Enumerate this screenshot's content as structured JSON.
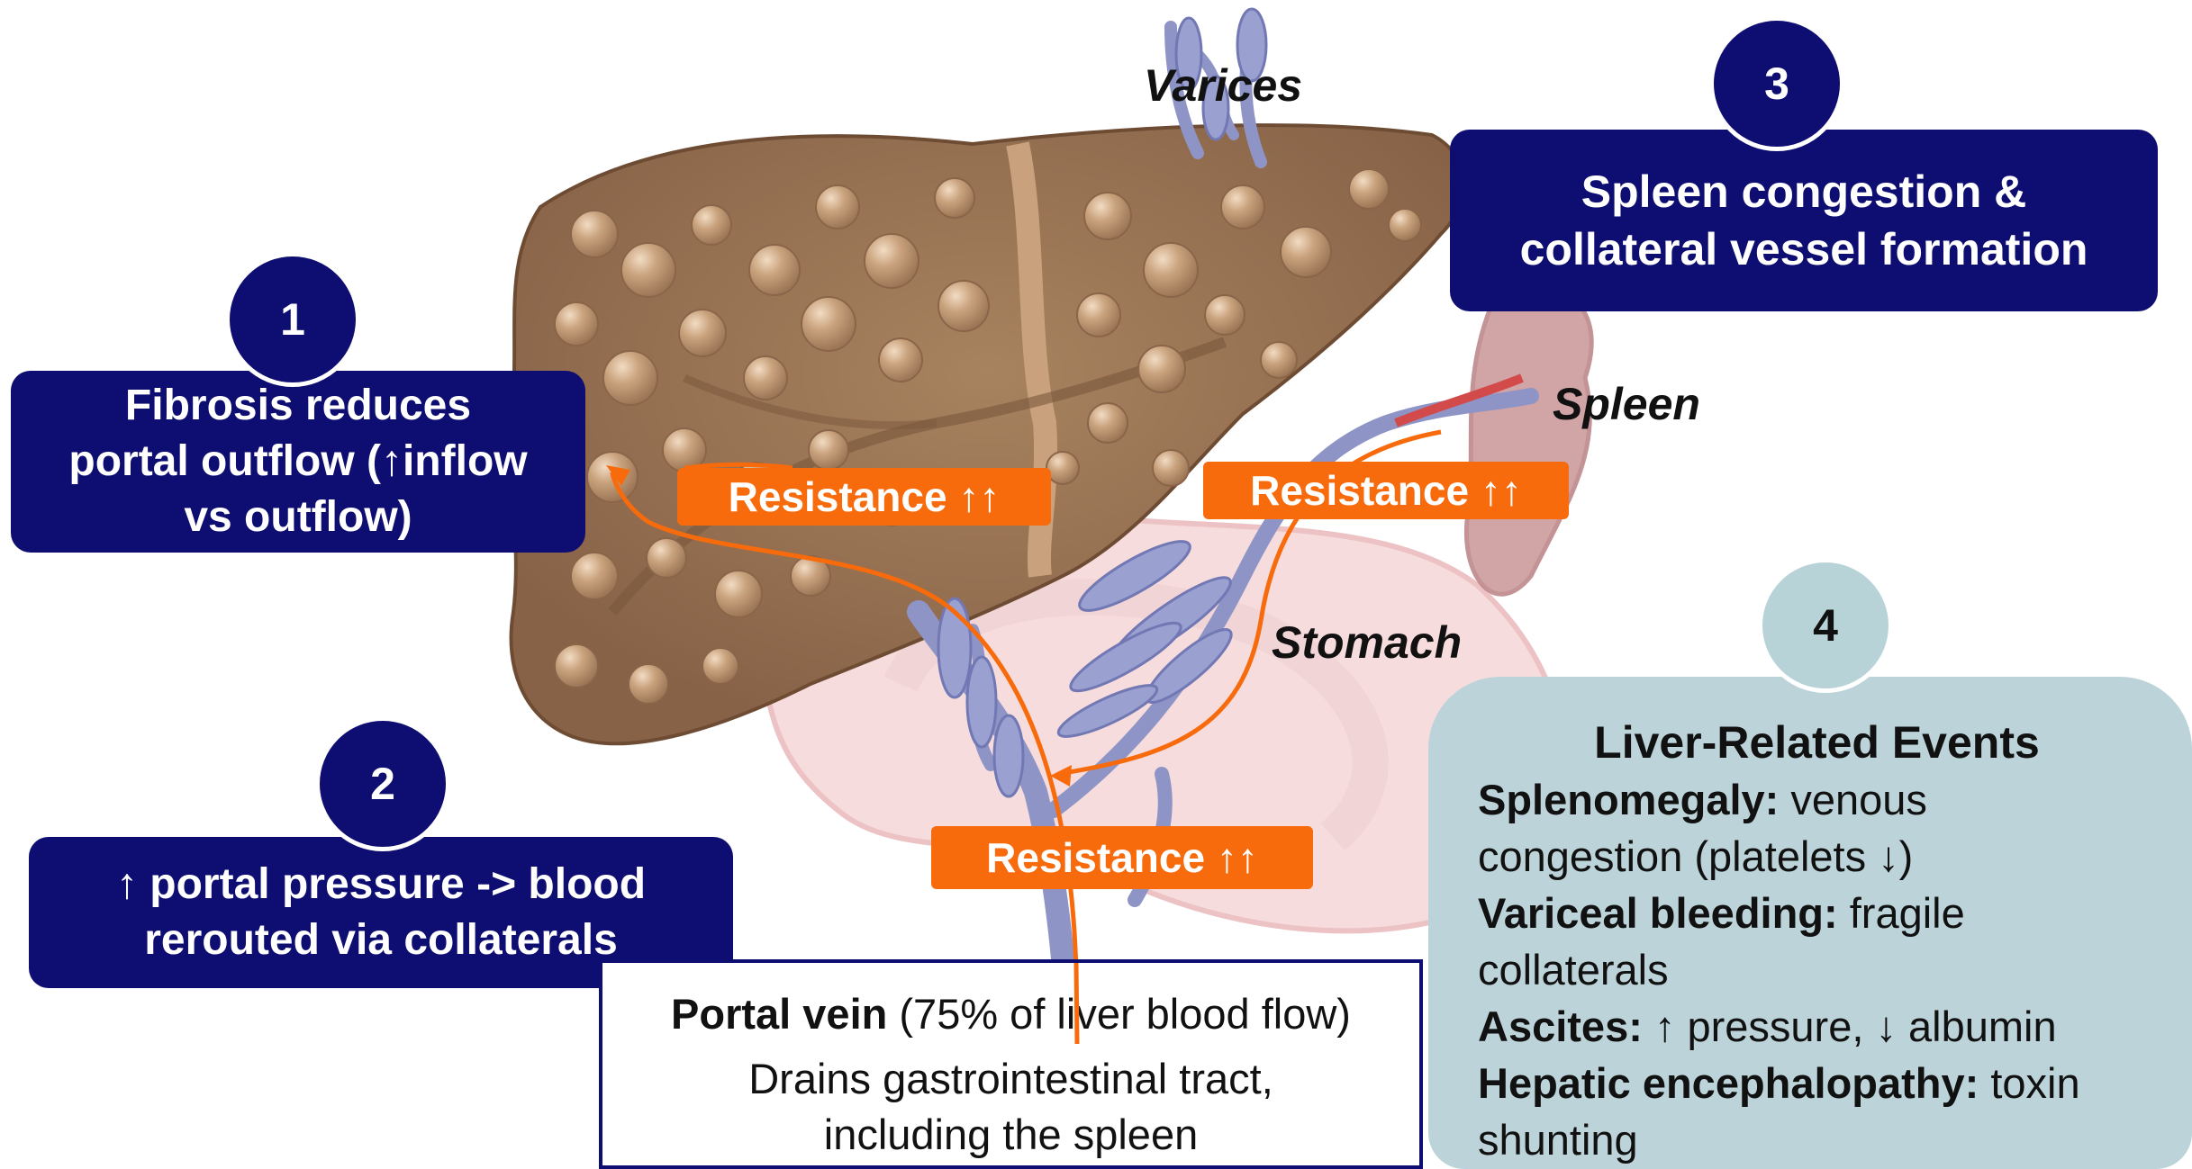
{
  "labels": {
    "varices": "Varices",
    "spleen": "Spleen",
    "stomach": "Stomach"
  },
  "steps": [
    {
      "number": "1",
      "text_lines": [
        "Fibrosis reduces",
        "portal outflow (↑inflow",
        "vs outflow)"
      ]
    },
    {
      "number": "2",
      "text_lines": [
        "↑ portal pressure -> blood",
        "rerouted via collaterals"
      ]
    },
    {
      "number": "3",
      "text_lines": [
        "Spleen congestion &",
        "collateral vessel formation"
      ]
    },
    {
      "number": "4"
    }
  ],
  "resistance": [
    "Resistance ↑↑",
    "Resistance ↑↑",
    "Resistance ↑↑"
  ],
  "events": {
    "title": "Liver-Related Events",
    "items": [
      {
        "term": "Splenomegaly:",
        "desc_1": " venous",
        "desc_2": "congestion (platelets ↓)"
      },
      {
        "term": "Variceal bleeding:",
        "desc_1": " fragile",
        "desc_2": "collaterals"
      },
      {
        "term": "Ascites:",
        "desc_1": " ↑ pressure, ↓ albumin"
      },
      {
        "term": "Hepatic encephalopathy:",
        "desc_1": " toxin",
        "desc_2": "shunting"
      }
    ]
  },
  "portal_vein": {
    "term": "Portal vein",
    "detail": " (75% of liver blood flow)",
    "line2": "Drains gastrointestinal tract,",
    "line3": "including the spleen"
  },
  "colors": {
    "navy": "#0d0d72",
    "orange": "#f76b0c",
    "teal_panel": "#bcd4d9",
    "liver": "#9c7656",
    "vessel": "#8e95c6"
  }
}
